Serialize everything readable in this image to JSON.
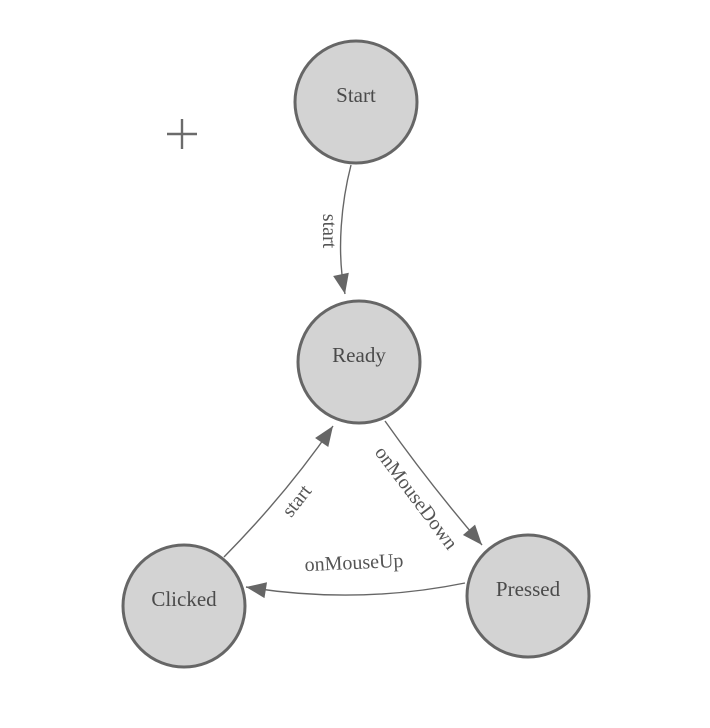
{
  "diagram": {
    "nodes": [
      {
        "id": "start",
        "label": "Start"
      },
      {
        "id": "ready",
        "label": "Ready"
      },
      {
        "id": "clicked",
        "label": "Clicked"
      },
      {
        "id": "pressed",
        "label": "Pressed"
      }
    ],
    "edges": [
      {
        "id": "start-to-ready",
        "from": "Start",
        "to": "Ready",
        "label": "start"
      },
      {
        "id": "ready-to-pressed",
        "from": "Ready",
        "to": "Pressed",
        "label": "onMouseDown"
      },
      {
        "id": "pressed-to-clicked",
        "from": "Pressed",
        "to": "Clicked",
        "label": "onMouseUp"
      },
      {
        "id": "clicked-to-ready",
        "from": "Clicked",
        "to": "Ready",
        "label": "start"
      }
    ]
  },
  "icons": {
    "crosshair": "plus"
  },
  "theme": {
    "background": "#ffffff",
    "node_fill": "#d3d3d3",
    "node_border": "#666666",
    "node_text_color": "#4a4a4a",
    "edge_color": "#666666",
    "edge_label_color": "#555555",
    "crosshair_color": "#6b6b6b"
  }
}
